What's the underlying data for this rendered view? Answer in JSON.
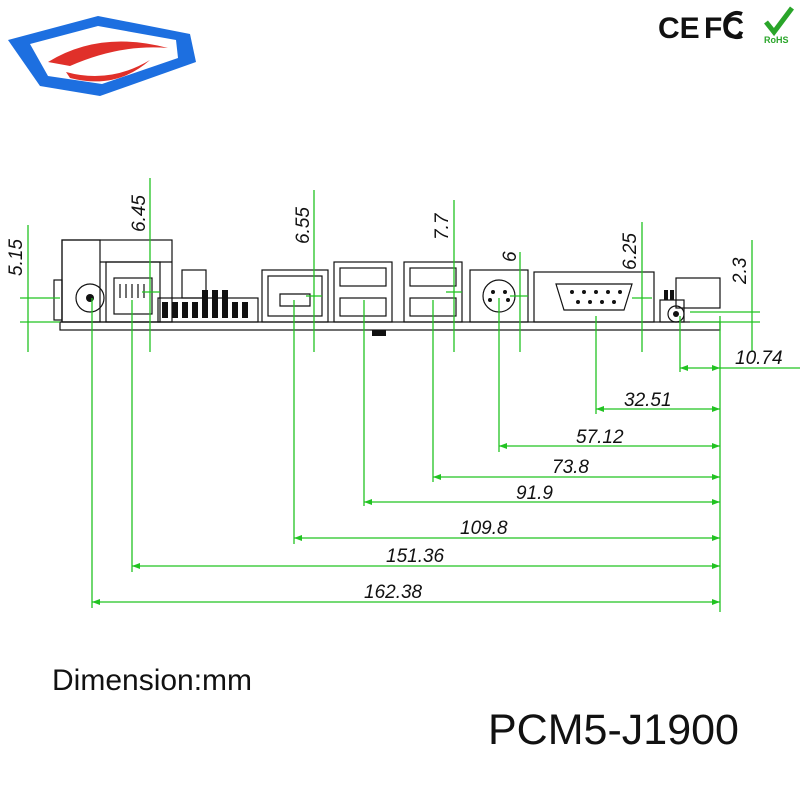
{
  "header": {
    "certifications": {
      "ce": "CE",
      "fcc": "FC",
      "rohs": "RoHS"
    },
    "logo_icon": "company-logo-icon"
  },
  "drawing": {
    "vertical_dims": {
      "power_jack": "5.15",
      "rj11": "6.45",
      "lan": "6.55",
      "usb": "7.7",
      "ps2": "6",
      "com": "6.25",
      "audio": "2.3"
    },
    "horizontal_dims": {
      "audio": "10.74",
      "com": "32.51",
      "ps2": "57.12",
      "usb_a": "73.8",
      "usb_b": "91.9",
      "lan": "109.8",
      "rj11": "151.36",
      "total": "162.38"
    }
  },
  "captions": {
    "dimension": "Dimension:mm",
    "model": "PCM5-J1900"
  },
  "colors": {
    "dimension_line": "#22c322",
    "logo_blue": "#1d6fe0",
    "logo_red": "#e0302a"
  }
}
